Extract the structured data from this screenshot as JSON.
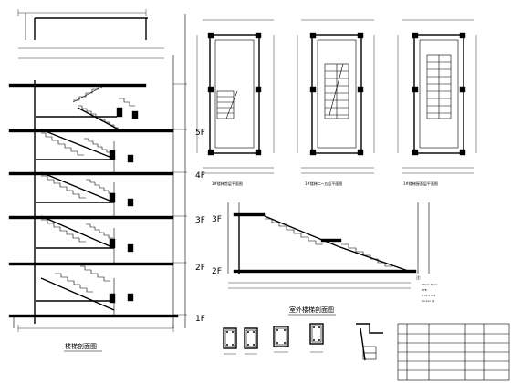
{
  "section": {
    "title": "楼梯剖面图",
    "floor_labels": [
      "5F",
      "4F",
      "3F",
      "2F",
      "1F"
    ]
  },
  "plans": {
    "captions": [
      "1#楼梯首层平面图",
      "1#楼梯二~五层平面图",
      "1#楼梯屋面层平面图"
    ]
  },
  "outdoor": {
    "title": "室外楼梯剖面图",
    "floor_labels": [
      "3F",
      "2F"
    ]
  },
  "notes": {
    "header": "注:",
    "lines": [
      "TSxxx  Rxxx",
      "PTB",
      "1  xx  x  xxx",
      "xx:xxx  xx"
    ]
  }
}
